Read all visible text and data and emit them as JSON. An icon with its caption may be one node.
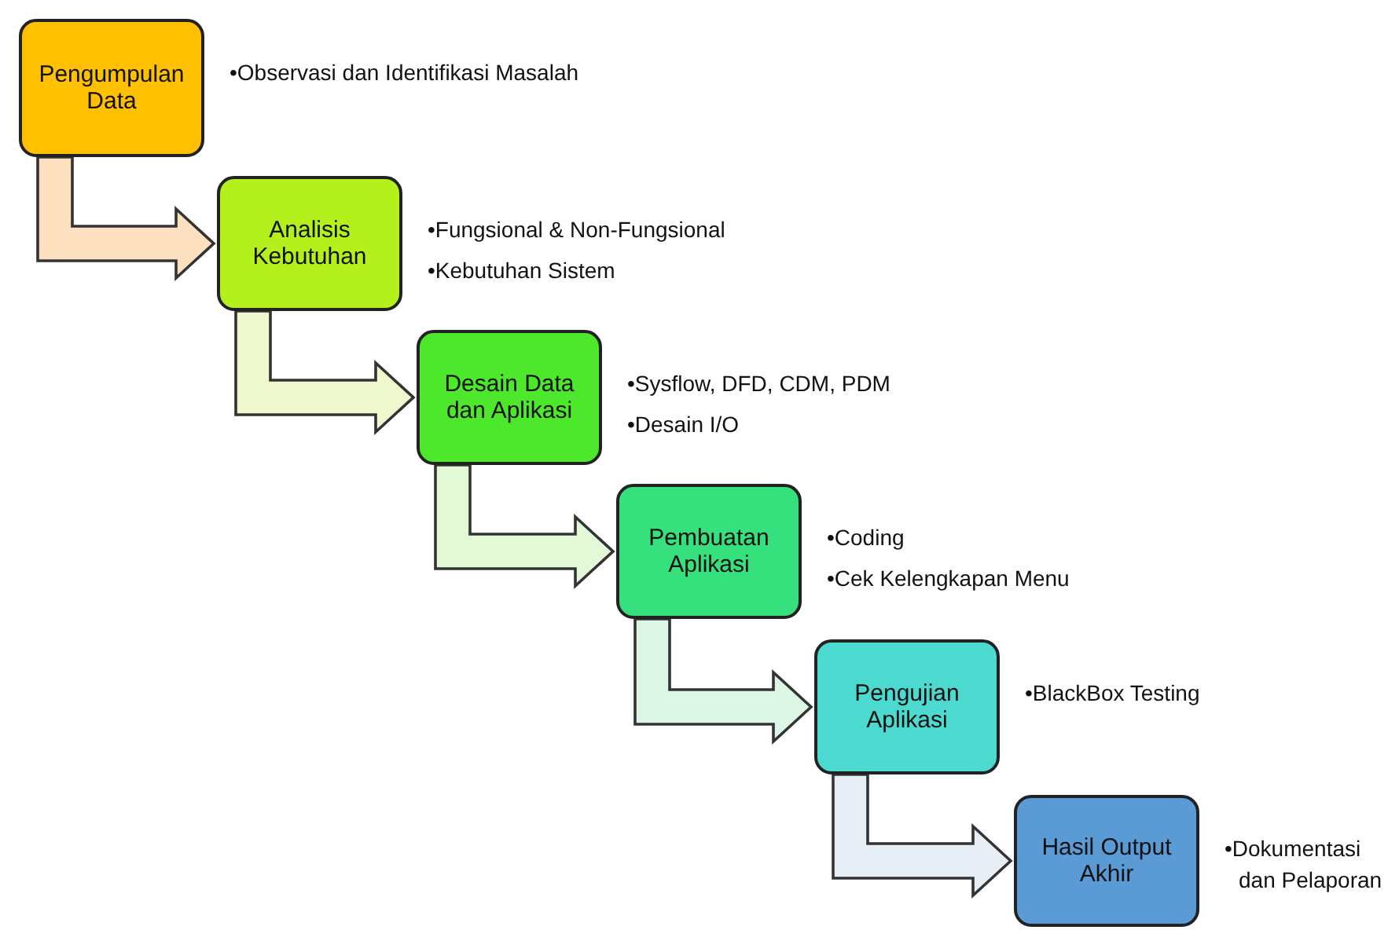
{
  "diagram": {
    "nodes": [
      {
        "text": [
          "Pengumpulan Data"
        ],
        "beside": [
          "•Observasi dan Identifikasi Masalah"
        ]
      },
      {
        "text": [
          "Analisis Kebutuhan"
        ],
        "beside": [
          "•Fungsional & Non-Fungsional",
          "•Kebutuhan Sistem"
        ]
      },
      {
        "text": [
          "Desain Data dan Aplikasi"
        ],
        "beside": [
          "•Sysflow, DFD, CDM, PDM",
          "•Desain I/O"
        ]
      },
      {
        "text": [
          "Pembuatan Aplikasi"
        ],
        "beside": [
          "•Coding",
          "•Cek Kelengkapan Menu"
        ]
      },
      {
        "text": [
          "Pengujian Aplikasi"
        ],
        "beside": [
          "•BlackBox Testing"
        ]
      },
      {
        "text": [
          "Hasil Output Akhir"
        ],
        "beside": [
          "•Dokumentasi dan Pelaporan"
        ]
      }
    ],
    "edges": [
      {
        "from": 0,
        "to": 1,
        "arrow": "to",
        "color": "#fde0c0"
      },
      {
        "from": 1,
        "to": 2,
        "arrow": "to",
        "color": "#eef8cc"
      },
      {
        "from": 2,
        "to": 3,
        "arrow": "to",
        "color": "#e2f8d6"
      },
      {
        "from": 3,
        "to": 4,
        "arrow": "to",
        "color": "#dcf6e6"
      },
      {
        "from": 4,
        "to": 5,
        "arrow": "to",
        "color": "#e8eef6"
      }
    ]
  }
}
